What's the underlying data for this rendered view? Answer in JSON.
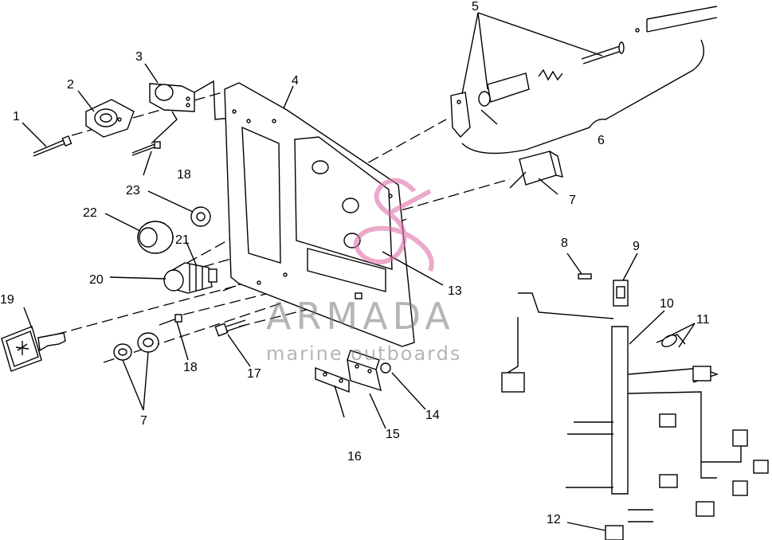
{
  "callouts": {
    "c1": "1",
    "c2": "2",
    "c3": "3",
    "c4": "4",
    "c5": "5",
    "c6": "6",
    "c7a": "7",
    "c7b": "7",
    "c8": "8",
    "c9": "9",
    "c10": "10",
    "c11": "11",
    "c12": "12",
    "c13": "13",
    "c14": "14",
    "c15": "15",
    "c16": "16",
    "c17": "17",
    "c18a": "18",
    "c18b": "18",
    "c19": "19",
    "c20": "20",
    "c21": "21",
    "c22": "22",
    "c23": "23"
  },
  "watermark": {
    "brand": "ARMADA",
    "tagline": "marine outboards",
    "logo_color": "#e06fa8"
  }
}
